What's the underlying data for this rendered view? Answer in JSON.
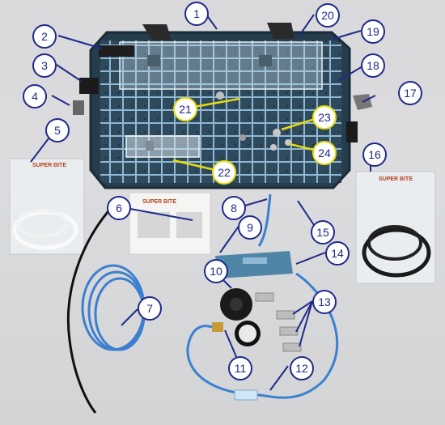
{
  "photo": {
    "subject": "Fixture plate kit",
    "callouts": [
      "1",
      "2",
      "3",
      "4",
      "5",
      "6",
      "7",
      "8",
      "9",
      "10",
      "11",
      "12",
      "13",
      "14",
      "15",
      "16",
      "17",
      "18",
      "19",
      "20",
      "21",
      "22",
      "23",
      "24"
    ],
    "cards": {
      "card_5_brand": "SUPER BITE",
      "card_6_brand": "SUPER BITE",
      "card_16_brand": "SUPER BITE"
    },
    "colors": {
      "plate": "#2f4a5c",
      "grid": "#9cc3dd",
      "callout_border": "#1f2a8a",
      "highlight_border": "#e6dc10",
      "tubing": "#2f72c8"
    }
  }
}
